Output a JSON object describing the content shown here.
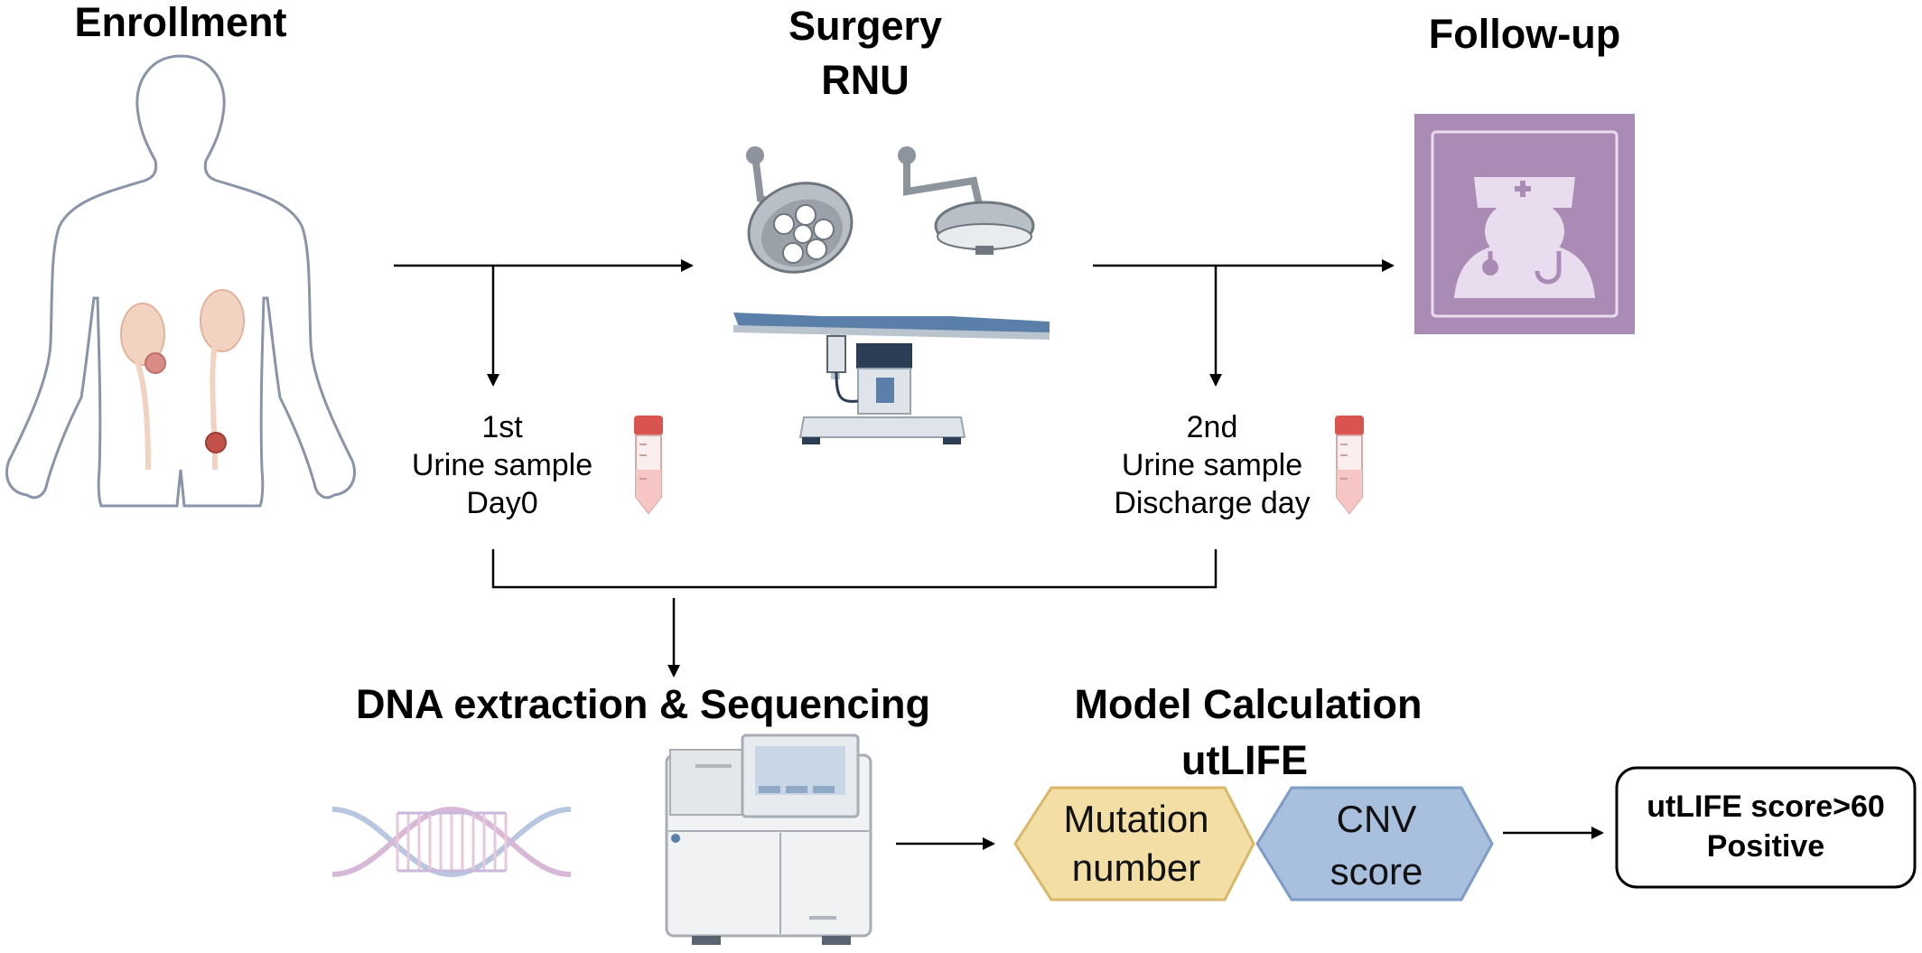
{
  "stages": {
    "enrollment": "Enrollment",
    "surgery_line1": "Surgery",
    "surgery_line2": "RNU",
    "followup": "Follow-up",
    "dna": "DNA extraction & Sequencing",
    "model_line1": "Model Calculation",
    "model_line2": "utLIFE"
  },
  "samples": {
    "first": {
      "line1": "1st",
      "line2": "Urine sample",
      "line3": "Day0"
    },
    "second": {
      "line1": "2nd",
      "line2": "Urine sample",
      "line3": "Discharge day"
    }
  },
  "model": {
    "mutation_line1": "Mutation",
    "mutation_line2": "number",
    "cnv_line1": "CNV",
    "cnv_line2": "score"
  },
  "result": {
    "line1": "utLIFE score>60",
    "line2": "Positive"
  },
  "colors": {
    "body_outline": "#8a94a8",
    "kidney": "#f2d3c2",
    "tumor": "#c2524a",
    "followup_bg": "#a98bb5",
    "followup_fg": "#eadcef",
    "mutation_fill": "#f3dfa6",
    "mutation_stroke": "#d9b869",
    "cnv_fill": "#a9bfde",
    "cnv_stroke": "#7e9cc8",
    "tube_cap": "#d9534f",
    "table_blue": "#5a7fa8"
  },
  "icons": {
    "human_body": "human-body-icon",
    "surgical_lamp": "surgical-lamp-icon",
    "operating_table": "operating-table-icon",
    "doctor": "doctor-icon",
    "urine_tube": "urine-tube-icon",
    "dna_helix": "dna-helix-icon",
    "sequencer": "sequencer-icon"
  }
}
